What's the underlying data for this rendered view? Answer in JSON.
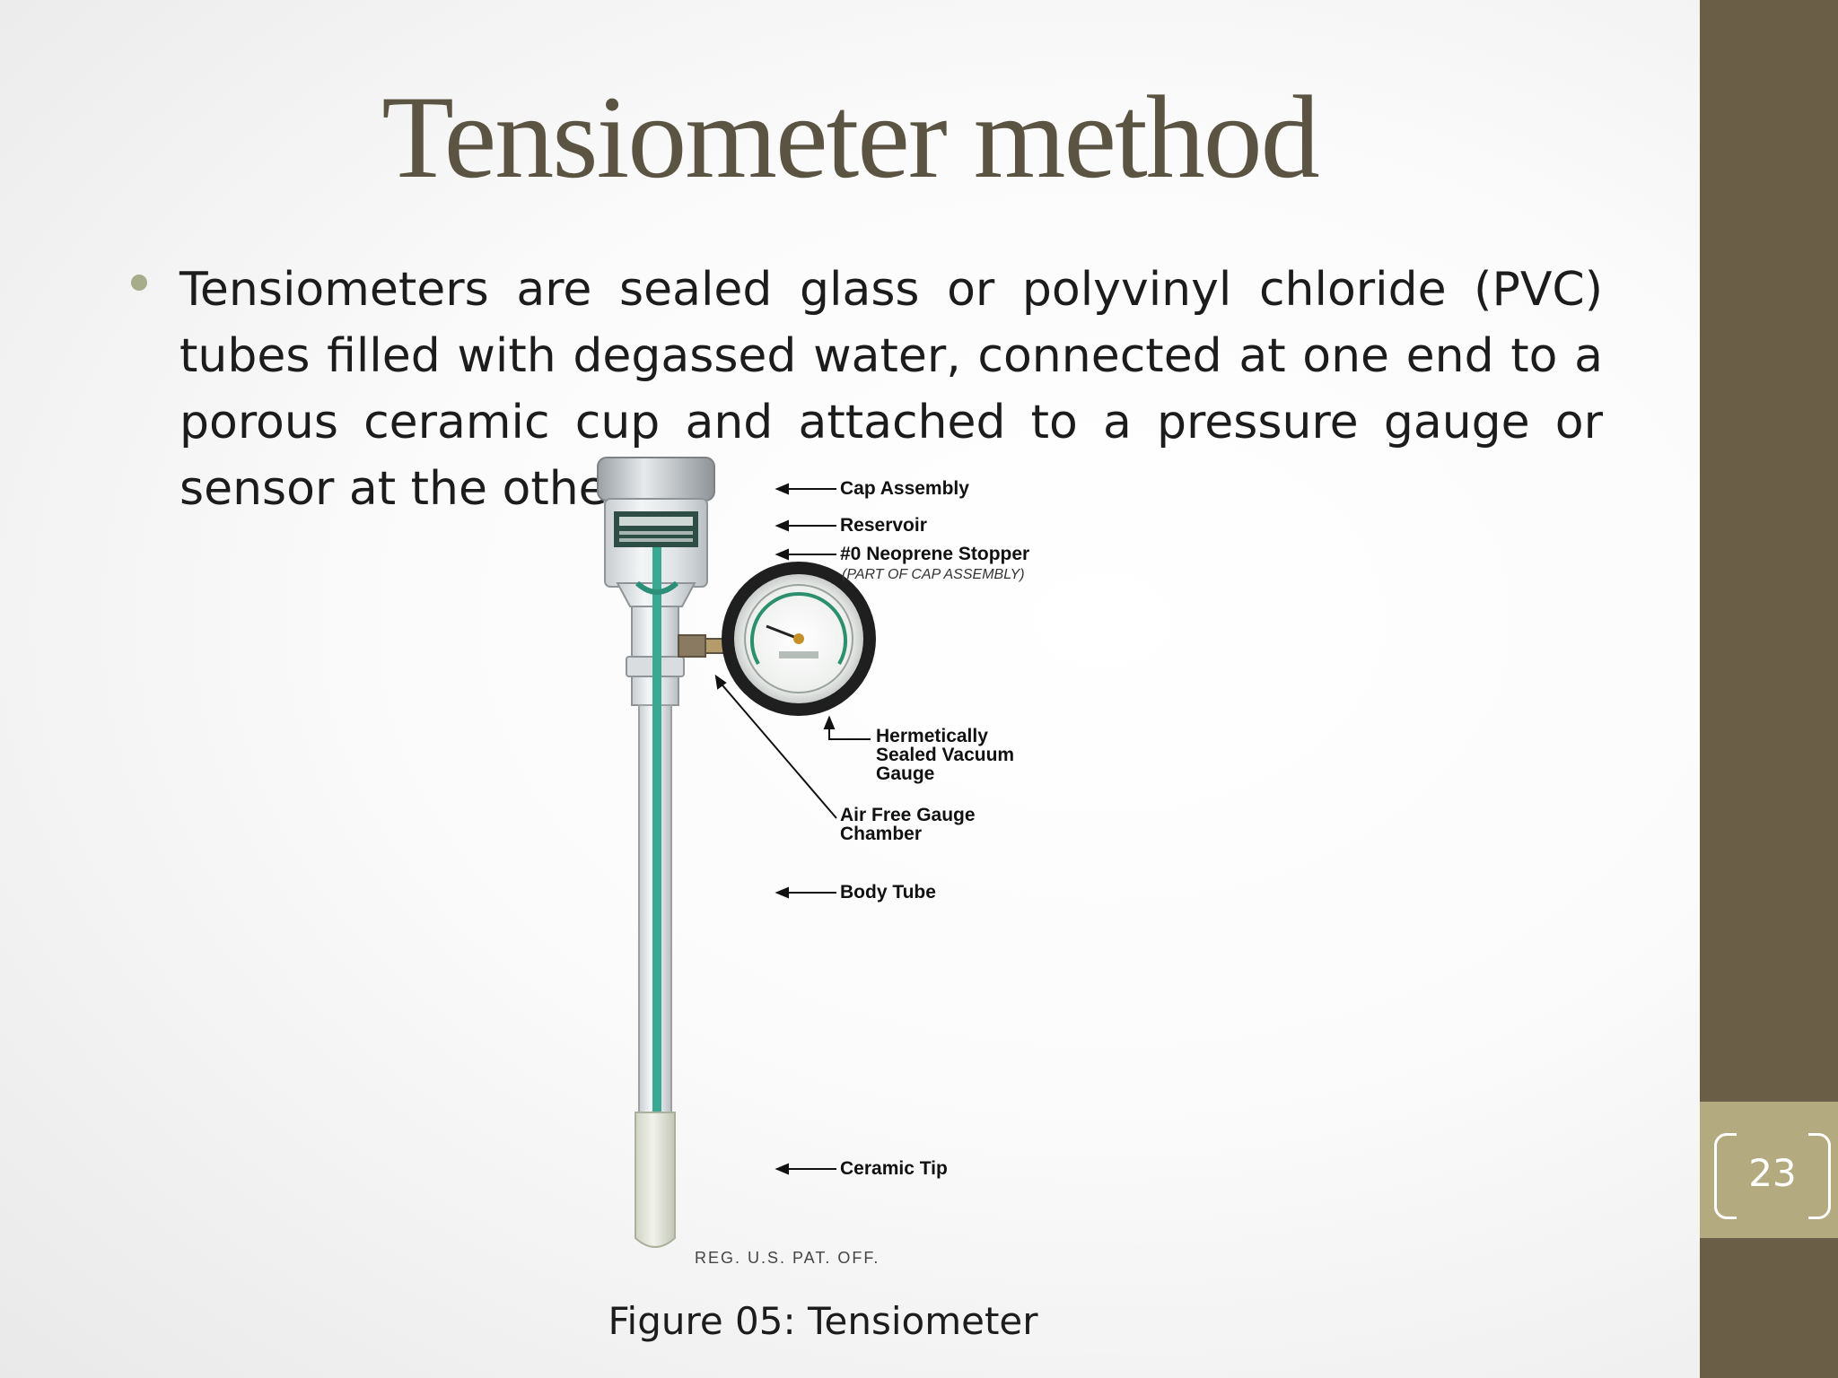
{
  "slide": {
    "title": "Tensiometer method",
    "bullet": "Tensiometers are sealed glass or polyvinyl chloride (PVC) tubes filled with degassed water, connected at one end to a porous ceramic cup and attached to a pressure gauge or sensor at the other.",
    "page_number": "23",
    "caption": "Figure 05: Tensiometer"
  },
  "figure": {
    "device_marking": "REG. U.S. PAT. OFF.",
    "callouts": {
      "cap_assembly": "Cap Assembly",
      "reservoir": "Reservoir",
      "stopper": "#0 Neoprene Stopper",
      "stopper_note": "(PART OF CAP ASSEMBLY)",
      "gauge_line1": "Hermetically",
      "gauge_line2": "Sealed Vacuum",
      "gauge_line3": "Gauge",
      "chamber_line1": "Air Free Gauge",
      "chamber_line2": "Chamber",
      "body_tube": "Body Tube",
      "ceramic_tip": "Ceramic Tip"
    }
  },
  "colors": {
    "title": "#5c5443",
    "sidebar": "#6a5e47",
    "page_tab": "#b4aa80",
    "bullet": "#a7ad8b",
    "water": "#3aa892"
  }
}
